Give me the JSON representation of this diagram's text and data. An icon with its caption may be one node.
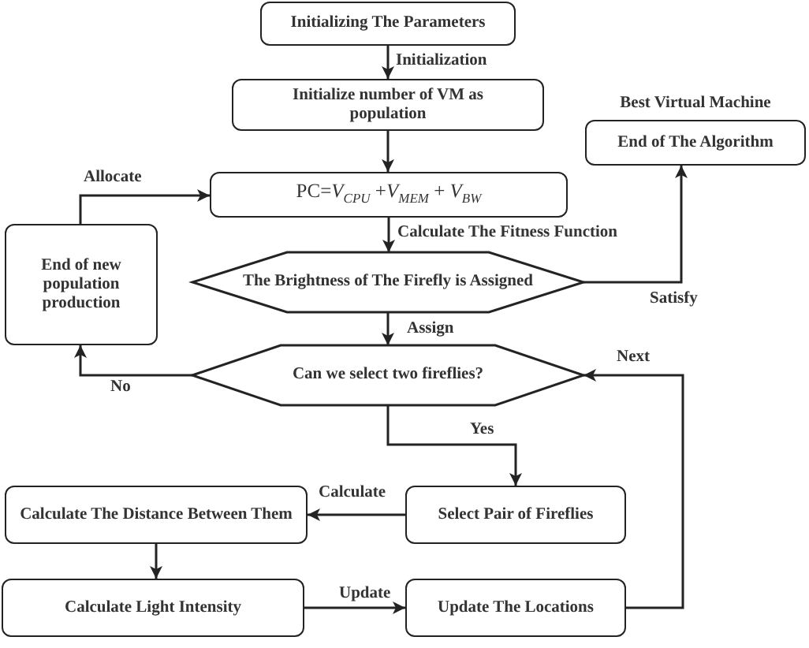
{
  "diagram": {
    "nodes": [
      {
        "text": [
          "Initializing The Parameters"
        ]
      },
      {
        "text": [
          "Initialize number of VM as population"
        ]
      },
      {
        "text": [
          "PC=*V*$_{CPU}$ +*V*$_{MEM}$ + *V*$_{BW}$"
        ]
      },
      {
        "text": [
          "End of new population production"
        ]
      },
      {
        "text": [
          "The Brightness of The Firefly is Assigned"
        ]
      },
      {
        "text": [
          "End of The Algorithm"
        ],
        "beside": [
          "Best Virtual Machine"
        ]
      },
      {
        "text": [
          "Can we select two fireflies?"
        ]
      },
      {
        "text": [
          "Select Pair of Fireflies"
        ]
      },
      {
        "text": [
          "Calculate The Distance Between Them"
        ]
      },
      {
        "text": [
          "Calculate Light Intensity"
        ]
      },
      {
        "text": [
          "Update The Locations"
        ]
      }
    ],
    "edges": [
      {
        "from": 0,
        "to": 1,
        "arrow": "to",
        "label": "Initialization"
      },
      {
        "from": 1,
        "to": 2,
        "arrow": "to"
      },
      {
        "from": 2,
        "to": 4,
        "arrow": "to",
        "label": "Calculate The Fitness Function"
      },
      {
        "from": 4,
        "to": 5,
        "arrow": "to",
        "label": "Satisfy"
      },
      {
        "from": 4,
        "to": 6,
        "arrow": "to",
        "label": "Assign"
      },
      {
        "from": 6,
        "to": 3,
        "arrow": "to",
        "label": "No"
      },
      {
        "from": 3,
        "to": 2,
        "arrow": "to",
        "label": "Allocate"
      },
      {
        "from": 6,
        "to": 7,
        "arrow": "to",
        "label": "Yes"
      },
      {
        "from": 7,
        "to": 8,
        "arrow": "to",
        "label": "Calculate"
      },
      {
        "from": 8,
        "to": 9,
        "arrow": "to"
      },
      {
        "from": 9,
        "to": 10,
        "arrow": "to",
        "label": "Update"
      },
      {
        "from": 10,
        "to": 6,
        "arrow": "to",
        "label": "Next"
      }
    ]
  }
}
